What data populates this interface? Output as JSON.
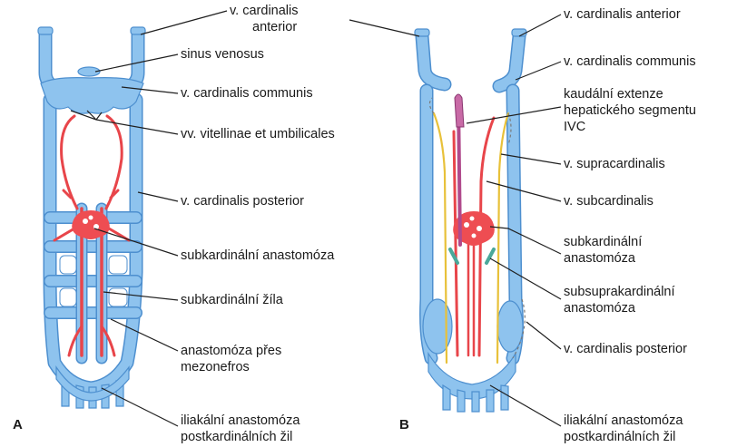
{
  "panels": [
    "A",
    "B"
  ],
  "labels_a": {
    "cardinalis_anterior_1": "v. cardinalis",
    "cardinalis_anterior_2": "anterior",
    "sinus_venosus": "sinus venosus",
    "cardinalis_communis": "v. cardinalis communis",
    "vitellinae": "vv. vitellinae et umbilicales",
    "cardinalis_posterior": "v. cardinalis posterior",
    "subkardinalni_anastomoza": "subkardinální anastomóza",
    "subkardinalni_zila": "subkardinální žíla",
    "mezonefros_1": "anastomóza přes",
    "mezonefros_2": "mezonefros",
    "iliakalni_1": "iliakální anastomóza",
    "iliakalni_2": "postkardinálních žil"
  },
  "labels_b": {
    "cardinalis_anterior": "v. cardinalis anterior",
    "cardinalis_communis": "v. cardinalis communis",
    "ivc_1": "kaudální extenze",
    "ivc_2": "hepatického segmentu",
    "ivc_3": "IVC",
    "supracardinalis": "v. supracardinalis",
    "subcardinalis": "v. subcardinalis",
    "subkardinalni_1": "subkardinální",
    "subkardinalni_2": "anastomóza",
    "subsuprakardinalni_1": "subsuprakardinální",
    "subsuprakardinalni_2": "anastomóza",
    "cardinalis_posterior": "v. cardinalis posterior",
    "iliakalni_1": "iliakální anastomóza",
    "iliakalni_2": "postkardinálních žil"
  },
  "colors": {
    "vein_fill": "#8ec3ee",
    "vein_outline": "#4d8fcf",
    "subcardinal_red": "#e8454a",
    "supracardinal_yellow": "#e8c13a",
    "ivc_purple": "#b04a8c",
    "anastomosis_teal": "#4aa89a"
  }
}
